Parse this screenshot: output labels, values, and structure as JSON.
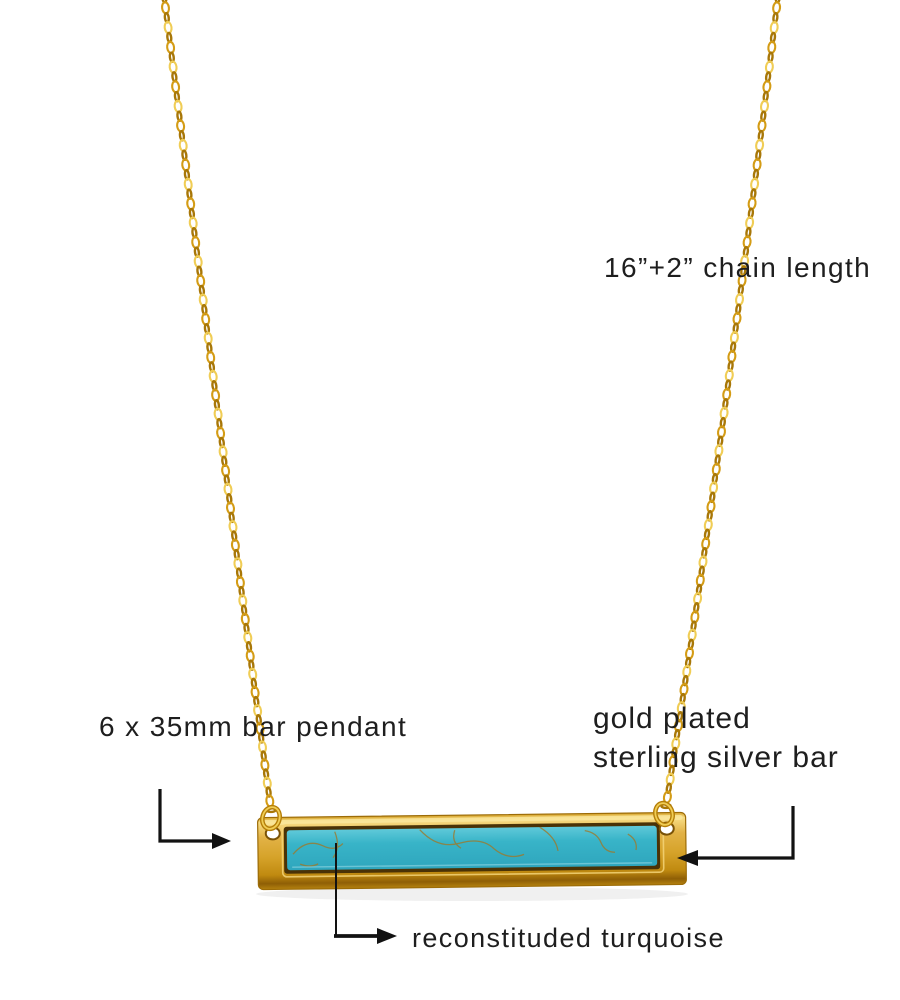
{
  "annotations": {
    "chain_length": "16”+2” chain length",
    "pendant_size": "6 x 35mm bar pendant",
    "material_line1": "gold plated",
    "material_line2": "sterling silver bar",
    "stone": "reconstituded turquoise"
  },
  "colors": {
    "background": "#ffffff",
    "text": "#1e1e1e",
    "arrow": "#121212",
    "chain_gold": "#d49c15",
    "chain_gold_dark": "#a87708",
    "chain_gold_light": "#f0cd55",
    "bar_gold_light": "#f8dd85",
    "bar_gold_mid": "#d6a32a",
    "bar_gold_dark": "#8f5f06",
    "turquoise": "#38b4c8",
    "turquoise_light": "#5fc9d9",
    "vein": "#9d7a2c",
    "shadow": "#d9d9d9"
  }
}
